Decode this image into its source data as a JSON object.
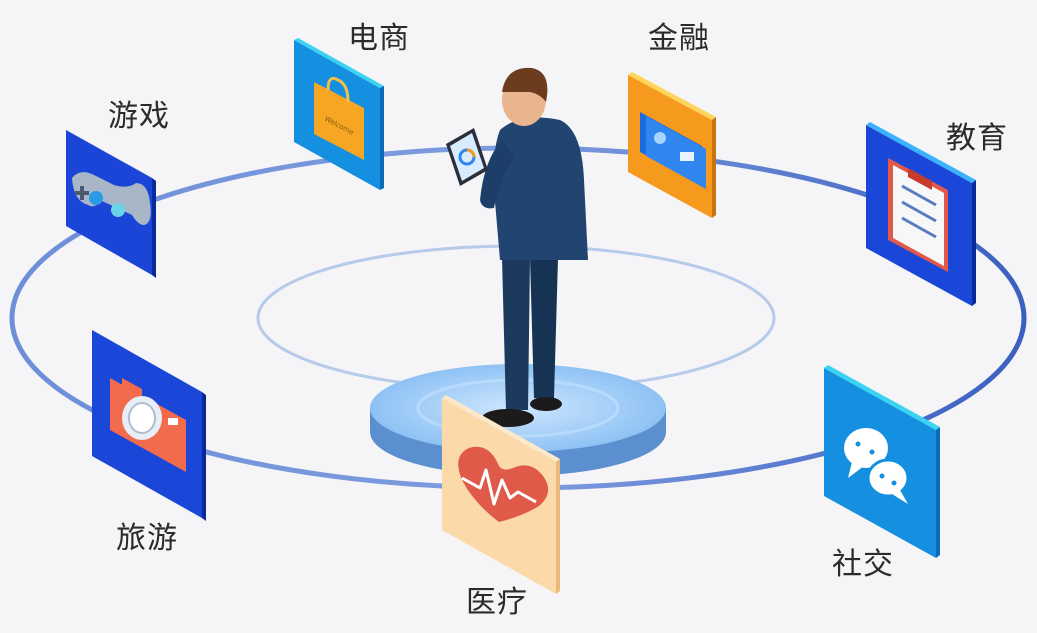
{
  "labels": {
    "ecommerce": "电商",
    "finance": "金融",
    "games": "游戏",
    "education": "教育",
    "travel": "旅游",
    "social": "社交",
    "medical": "医疗"
  },
  "bag_text": "Welcome",
  "colors": {
    "background": "#f5f4f6",
    "ring": "#4a6fc4",
    "tile_blue": "#1a47d8",
    "tile_cyan": "#1590e0",
    "tile_orange": "#f59a1d",
    "tile_peach": "#fbd9a8",
    "suit": "#1e3f66"
  },
  "icons": [
    "shopping-bag-icon",
    "credit-card-icon",
    "gamepad-icon",
    "clipboard-checklist-icon",
    "camera-icon",
    "chat-bubbles-icon",
    "heart-pulse-icon"
  ]
}
